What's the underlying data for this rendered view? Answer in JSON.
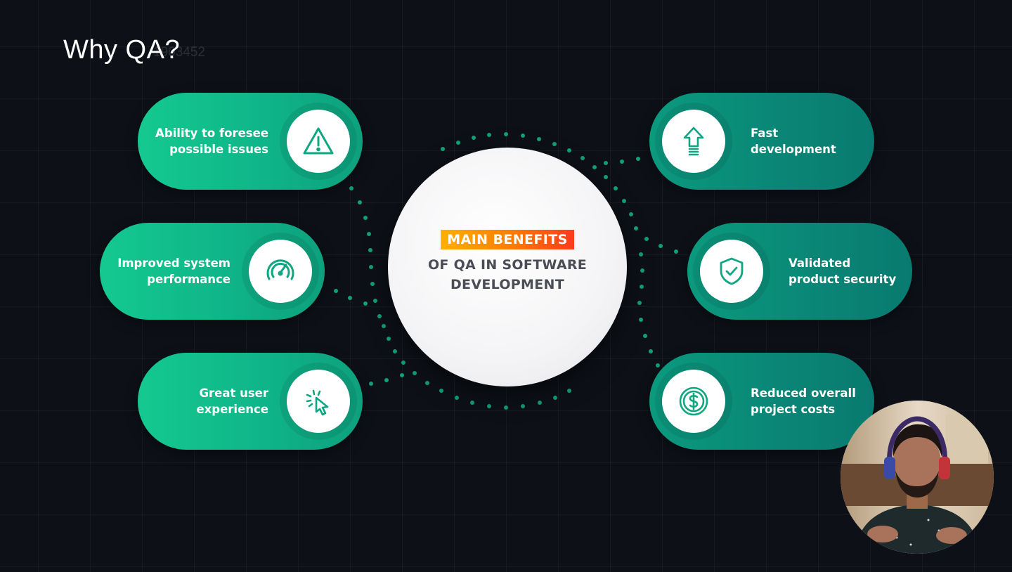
{
  "slide": {
    "title": "Why QA?",
    "watermark": "1903452"
  },
  "center": {
    "badge": "MAIN BENEFITS",
    "line1": "OF QA IN SOFTWARE",
    "line2": "DEVELOPMENT"
  },
  "benefits": {
    "foresee": {
      "line1": "Ability to foresee",
      "line2": "possible issues",
      "icon": "warning-icon"
    },
    "performance": {
      "line1": "Improved system",
      "line2": "performance",
      "icon": "speedometer-icon"
    },
    "ux": {
      "line1": "Great user",
      "line2": "experience",
      "icon": "cursor-click-icon"
    },
    "fast": {
      "line1": "Fast",
      "line2": "development",
      "icon": "arrow-up-icon"
    },
    "security": {
      "line1": "Validated",
      "line2": "product security",
      "icon": "shield-check-icon"
    },
    "costs": {
      "line1": "Reduced overall",
      "line2": "project costs",
      "icon": "dollar-coin-icon"
    }
  },
  "colors": {
    "background": "#0d1117",
    "left_pill": "#14c98f",
    "right_pill": "#0a8576",
    "icon_stroke": "#0fa682",
    "badge": "#ff7a00",
    "dots": "#10a07d"
  }
}
